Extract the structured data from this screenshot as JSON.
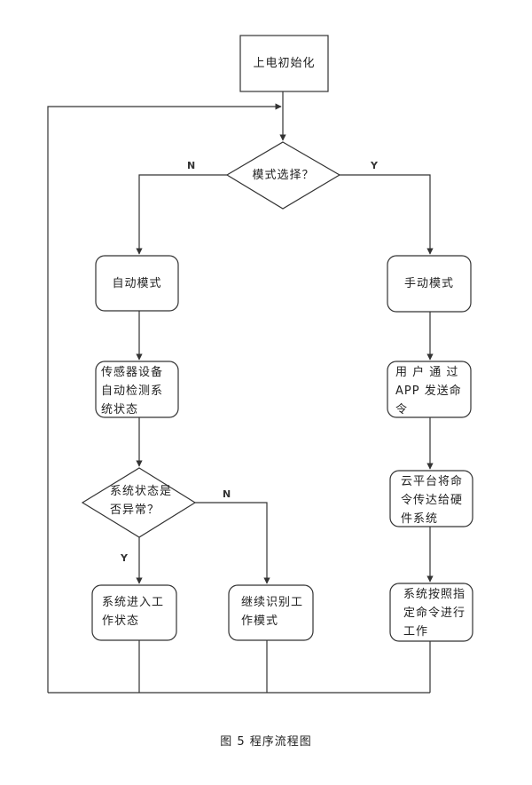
{
  "diagram": {
    "nodes": {
      "start": "上电初始化",
      "mode_select": "模式选择？",
      "auto_mode": "自动模式",
      "manual_mode": "手动模式",
      "sensor_detect": [
        "传感器设备",
        "自动检测系",
        "统状态"
      ],
      "user_app": [
        "用 户 通 过",
        "APP 发送命",
        "令"
      ],
      "cloud_forward": [
        "云平台将命",
        "令传达给硬",
        "件系统"
      ],
      "system_execute": [
        "系统按照指",
        "定命令进行",
        "工作"
      ],
      "status_check": [
        "系统状态是",
        "否异常？"
      ],
      "enter_work": [
        "系统进入工",
        "作状态"
      ],
      "continue_identify": [
        "继续识别工",
        "作模式"
      ]
    },
    "branch_labels": {
      "mode_no": "N",
      "mode_yes": "Y",
      "status_no": "N",
      "status_yes": "Y"
    },
    "caption": "图 5  程序流程图",
    "colors": {
      "line": "#333333",
      "box_border": "#444444",
      "background": "#ffffff"
    }
  }
}
